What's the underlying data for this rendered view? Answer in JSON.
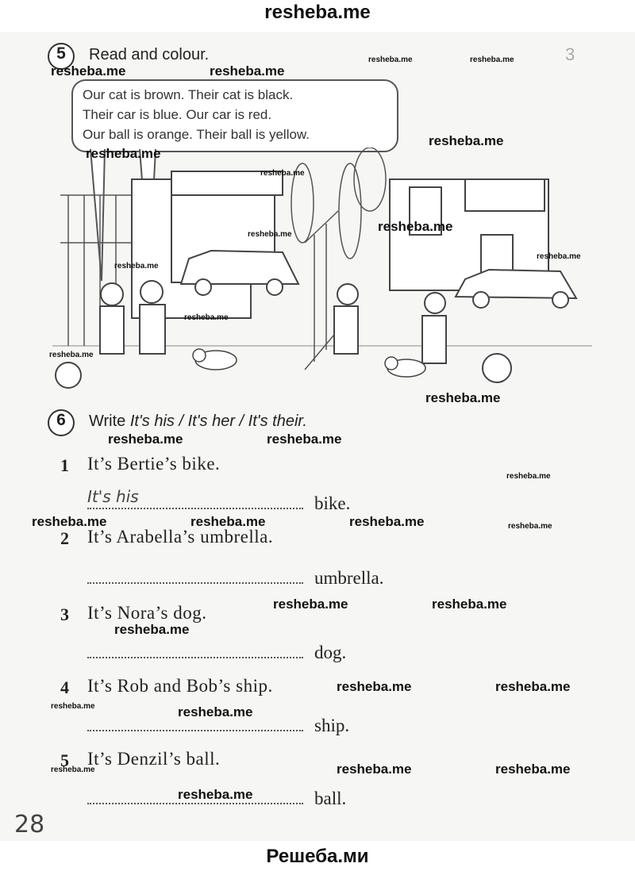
{
  "site_header": "resheba.me",
  "site_footer": "Решеба.ми",
  "exercise5": {
    "number": "5",
    "title": "Read and colour.",
    "lines": [
      "Our cat is brown. Their cat is black.",
      "Their car is blue. Our car is red.",
      "Our ball is orange. Their ball is yellow."
    ]
  },
  "exercise6": {
    "number": "6",
    "title_prefix": "Write",
    "title_phrases": "It's his / It's her / It's their.",
    "items": [
      {
        "num": "1",
        "text": "It’s Bertie’s bike.",
        "answer": "It's his",
        "word": "bike."
      },
      {
        "num": "2",
        "text": "It’s Arabella’s umbrella.",
        "answer": "",
        "word": "umbrella."
      },
      {
        "num": "3",
        "text": "It’s Nora’s dog.",
        "answer": "",
        "word": "dog."
      },
      {
        "num": "4",
        "text": "It’s Rob and Bob’s ship.",
        "answer": "",
        "word": "ship."
      },
      {
        "num": "5",
        "text": "It’s Denzil’s ball.",
        "answer": "",
        "word": "ball."
      }
    ]
  },
  "right_column_number": "3",
  "page_number": "28",
  "watermark": "resheba.me"
}
